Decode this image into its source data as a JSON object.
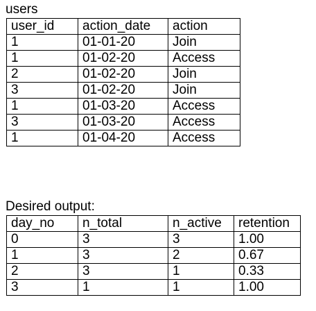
{
  "users": {
    "caption": "users",
    "columns": [
      "user_id",
      "action_date",
      "action"
    ],
    "rows": [
      [
        "1",
        "01-01-20",
        "Join"
      ],
      [
        "1",
        "01-02-20",
        "Access"
      ],
      [
        "2",
        "01-02-20",
        "Join"
      ],
      [
        "3",
        "01-02-20",
        "Join"
      ],
      [
        "1",
        "01-03-20",
        "Access"
      ],
      [
        "3",
        "01-03-20",
        "Access"
      ],
      [
        "1",
        "01-04-20",
        "Access"
      ]
    ]
  },
  "output": {
    "caption": "Desired output:",
    "columns": [
      "day_no",
      "n_total",
      "n_active",
      "retention"
    ],
    "rows": [
      [
        "0",
        "3",
        "3",
        "1.00"
      ],
      [
        "1",
        "3",
        "2",
        "0.67"
      ],
      [
        "2",
        "3",
        "1",
        "0.33"
      ],
      [
        "3",
        "1",
        "1",
        "1.00"
      ]
    ]
  }
}
